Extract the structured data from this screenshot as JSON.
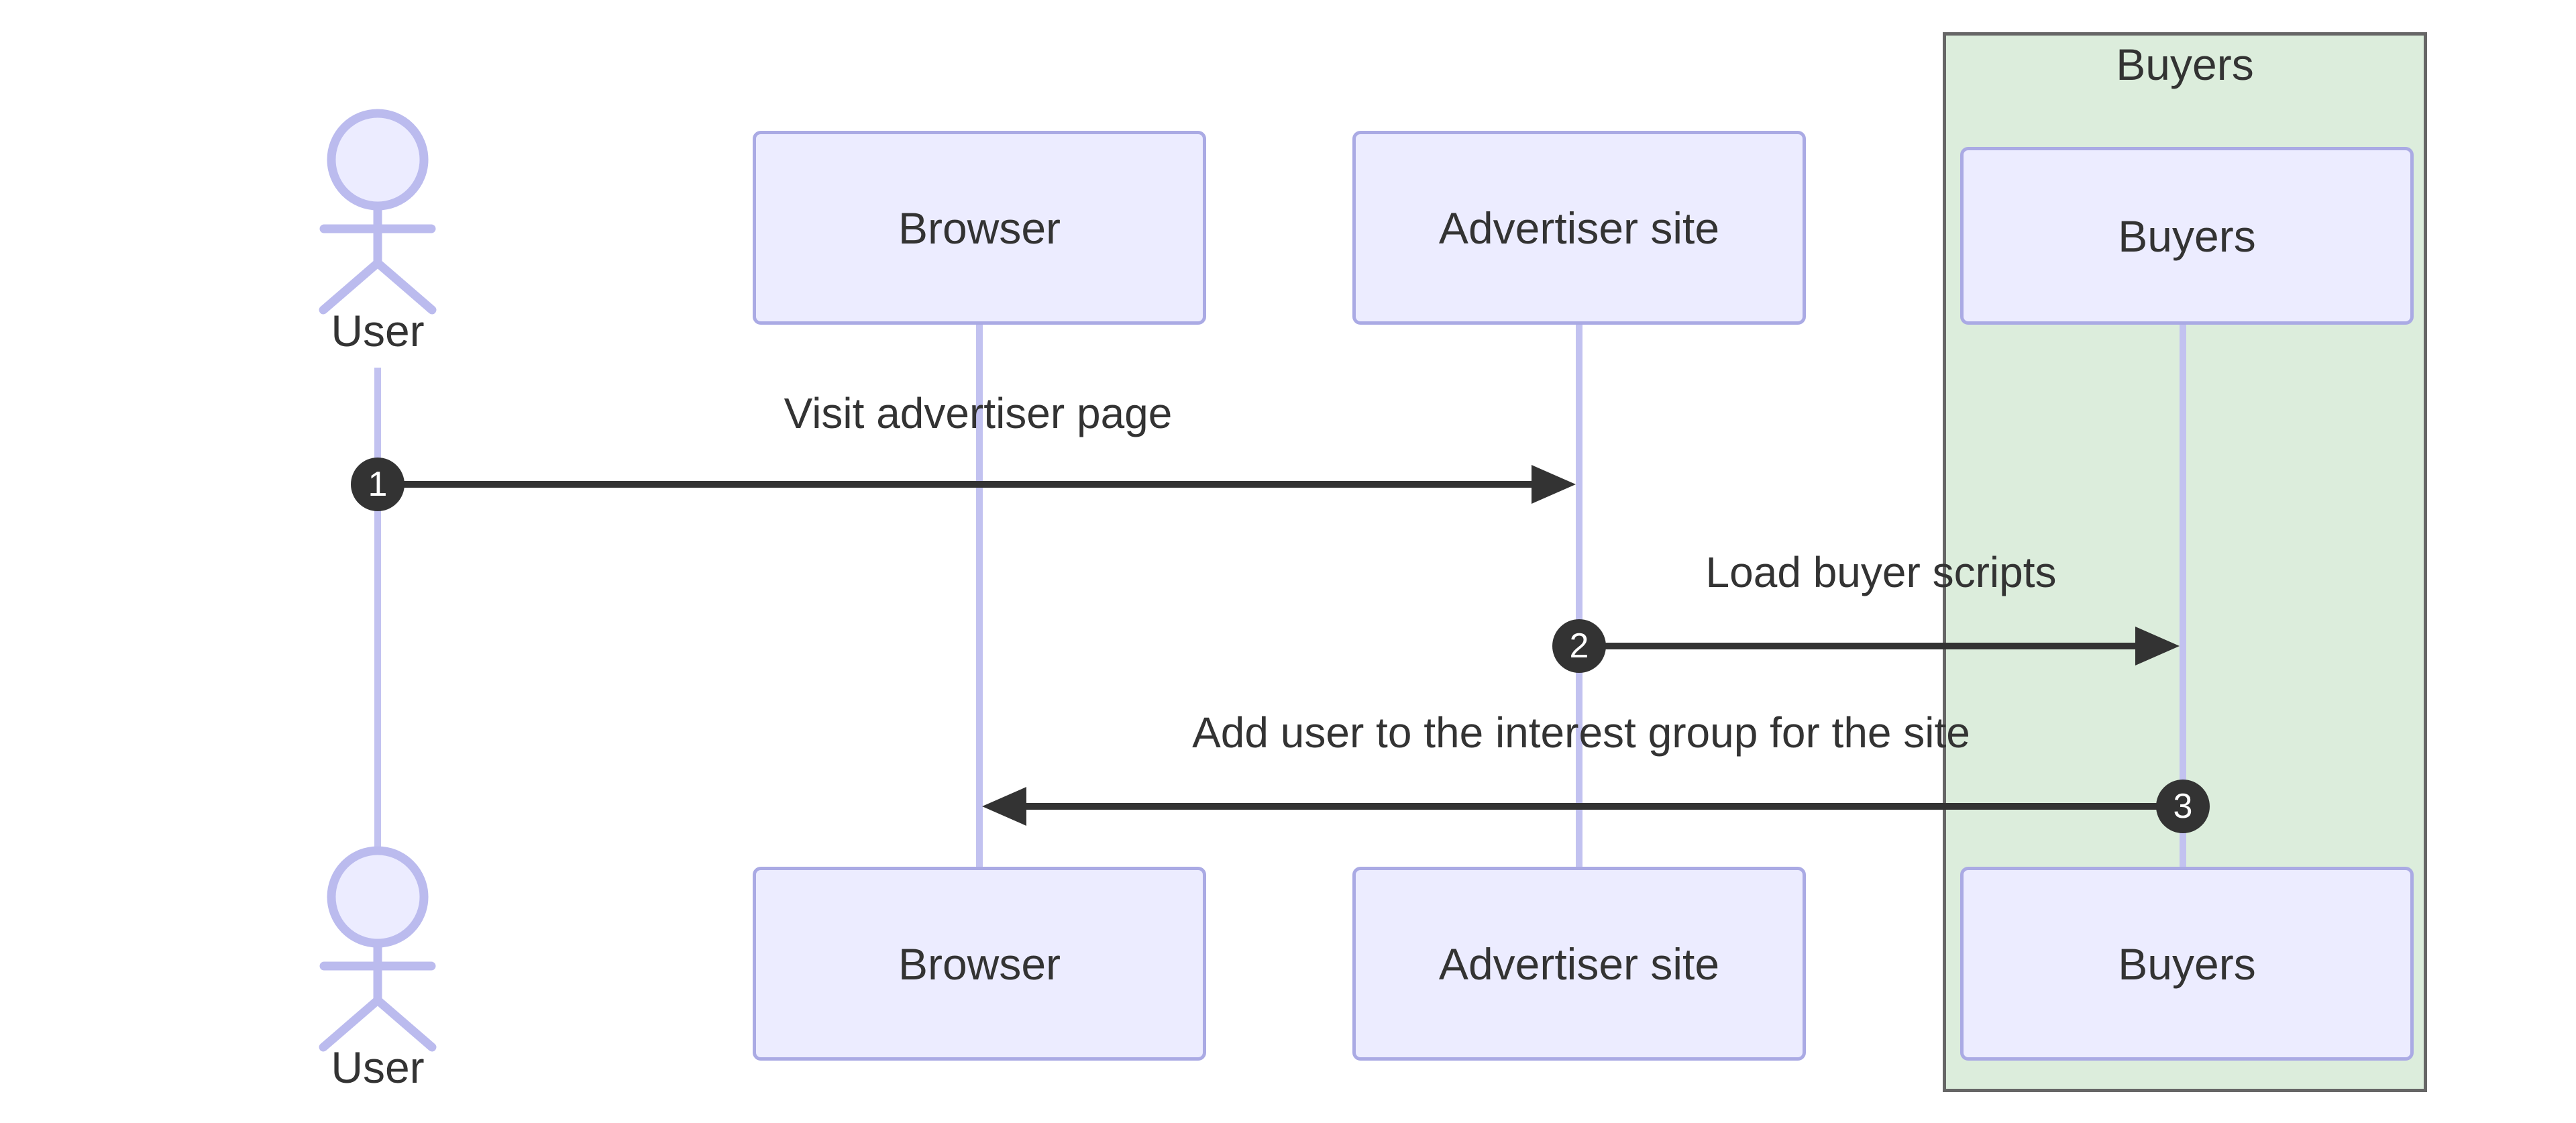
{
  "diagram": {
    "kind": "sequence-diagram",
    "group": {
      "label": "Buyers"
    },
    "actors": [
      {
        "label": "User",
        "type": "actor"
      },
      {
        "label": "Browser",
        "type": "participant"
      },
      {
        "label": "Advertiser site",
        "type": "participant"
      },
      {
        "label": "Buyers",
        "type": "participant",
        "group": "Buyers"
      }
    ],
    "messages": [
      {
        "seq": "1",
        "from": "User",
        "to": "Advertiser site",
        "label": "Visit advertiser page",
        "direction": "right"
      },
      {
        "seq": "2",
        "from": "Advertiser site",
        "to": "Buyers",
        "label": "Load buyer scripts",
        "direction": "right"
      },
      {
        "seq": "3",
        "from": "Buyers",
        "to": "Browser",
        "label": "Add user to the interest group for the site",
        "direction": "left"
      }
    ]
  },
  "colors": {
    "background": "#ffffff",
    "participant-fill": "#ECECFF",
    "participant-border": "#AAAAE4",
    "lifeline": "#C2C2F0",
    "actor-stroke": "#BBBBEE",
    "group-fill": "#DCEDDC",
    "group-border": "#666666",
    "message-line": "#333333",
    "text": "#333333",
    "seq-badge-fill": "#333333",
    "seq-badge-text": "#ffffff"
  }
}
